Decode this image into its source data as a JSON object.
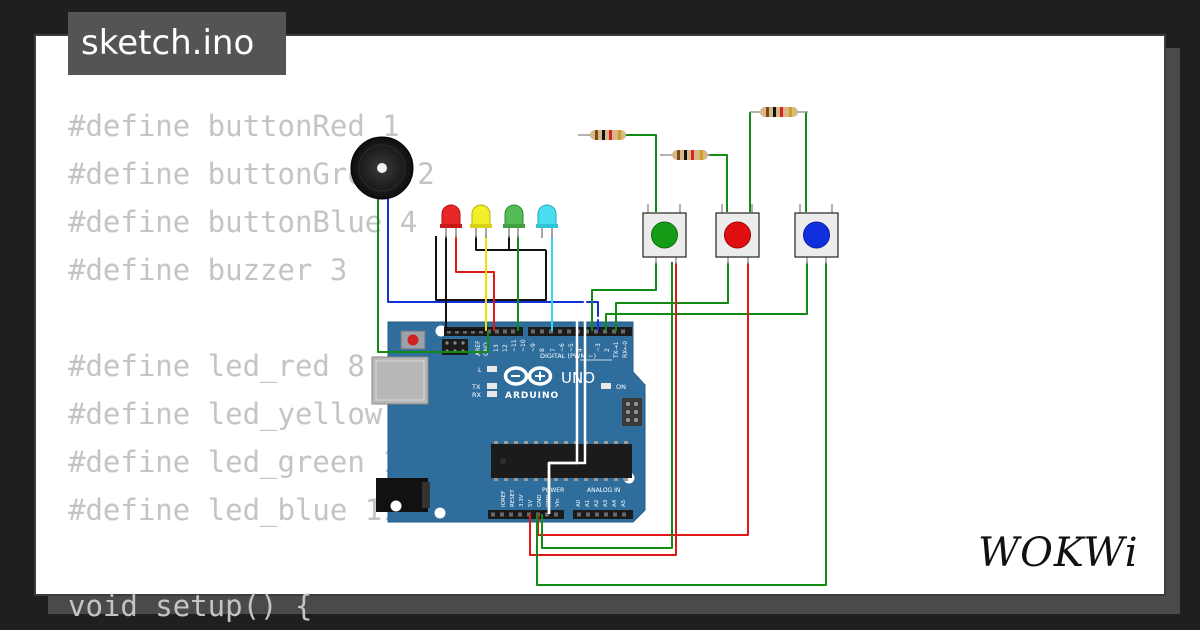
{
  "filename": "sketch.ino",
  "brand": "WOKWi",
  "code_lines": [
    "#define buttonRed 1",
    "#define buttonGreen 2",
    "#define buttonBlue 4",
    "#define buzzer 3",
    "",
    "#define led_red 8",
    "#define led_yellow 9",
    "#define led_green 10",
    "#define led_blue 11",
    "",
    "void setup() {"
  ],
  "board": {
    "logo_text": "ARDUINO",
    "model": "UNO",
    "on_label": "ON",
    "l_label": "L",
    "tx_label": "TX",
    "rx_label": "RX",
    "digital_label": "DIGITAL (PWM ~)",
    "power_label": "POWER",
    "analog_label": "ANALOG IN",
    "aref_label": "AREF",
    "gnd_label": "GND",
    "digital_pins": [
      "13",
      "12",
      "~11",
      "~10",
      "~9",
      "8",
      "7",
      "~6",
      "~5",
      "4",
      "~3",
      "2",
      "TX→1",
      "RX←0"
    ],
    "power_pins": [
      "IOREF",
      "RESET",
      "3.3V",
      "5V",
      "GND",
      "GND",
      "Vin"
    ],
    "analog_pins": [
      "A0",
      "A1",
      "A2",
      "A3",
      "A4",
      "A5"
    ]
  },
  "colors": {
    "background": "#1f1f1f",
    "card": "#ffffff",
    "code_text": "#c4c4c4",
    "title_tab": "#545454",
    "board": "#2f6d9c",
    "wire_blue": "#1030d8",
    "wire_green": "#138a13",
    "wire_red": "#e01818",
    "wire_yellow": "#f0e000",
    "wire_cyan": "#30d8f0",
    "wire_black": "#111111",
    "wire_white": "#ffffff",
    "led_red": "#e82828",
    "led_yellow": "#f2ee2a",
    "led_green": "#55bb55",
    "led_cyan": "#4adff0",
    "button_green": "#159b15",
    "button_red": "#e01010",
    "button_blue": "#1030e0"
  },
  "icons": {
    "buzzer": "buzzer-icon",
    "leds": [
      "led-red-icon",
      "led-yellow-icon",
      "led-green-icon",
      "led-cyan-icon"
    ],
    "buttons": [
      "pushbutton-green-icon",
      "pushbutton-red-icon",
      "pushbutton-blue-icon"
    ],
    "resistors": [
      "resistor-icon",
      "resistor-icon",
      "resistor-icon"
    ],
    "board_logo": "arduino-infinity-logo"
  }
}
